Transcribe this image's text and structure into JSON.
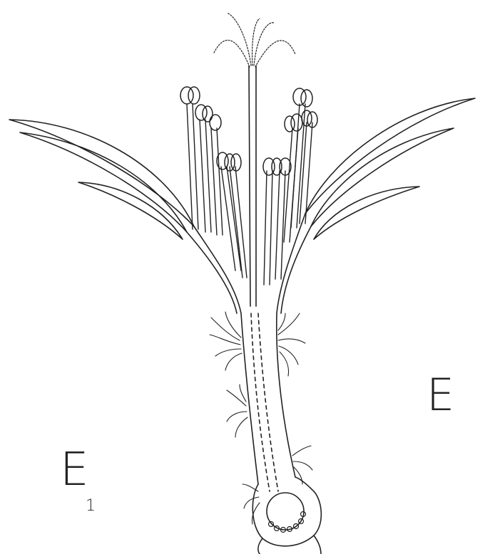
{
  "figure": {
    "labels": {
      "right": "E",
      "left_main": "E",
      "left_sub": "1"
    },
    "ink_color": "#222222",
    "paper_color": "#ffffff"
  }
}
